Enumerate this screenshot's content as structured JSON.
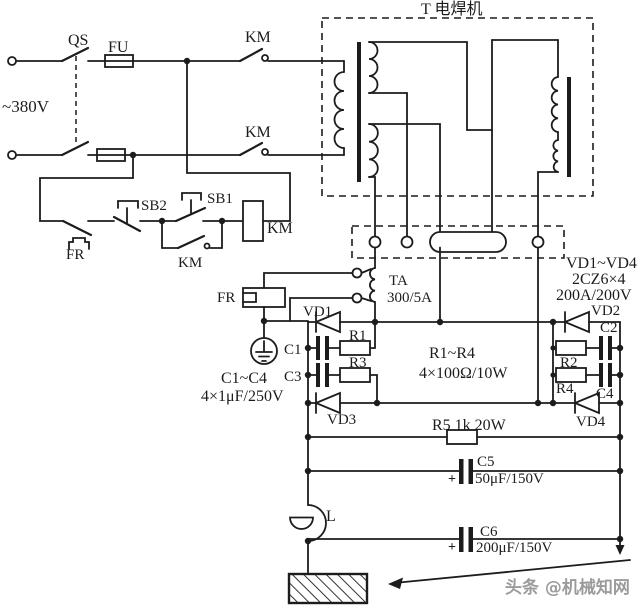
{
  "figure": {
    "power": {
      "voltage": "~380V",
      "qs": "QS",
      "fu": "FU",
      "km": "KM"
    },
    "control": {
      "sb1": "SB1",
      "sb2": "SB2",
      "fr": "FR",
      "km_aux": "KM",
      "km_coil": "KM"
    },
    "transformer": {
      "title": "T 电焊机"
    },
    "ct": {
      "name": "TA",
      "rating": "300/5A",
      "fr_heater": "FR"
    },
    "rectifier": {
      "group": "VD1~VD4",
      "model": "2CZ6×4",
      "rating": "200A/200V",
      "vd1": "VD1",
      "vd2": "VD2",
      "vd3": "VD3",
      "vd4": "VD4"
    },
    "snubber": {
      "c1": "C1",
      "c2": "C2",
      "c3": "C3",
      "c4": "C4",
      "r1": "R1",
      "r2": "R2",
      "r3": "R3",
      "r4": "R4",
      "r_group": "R1~R4",
      "r_value": "4×100Ω/10W",
      "c_group": "C1~C4",
      "c_value": "4×1μF/250V"
    },
    "filter": {
      "r5": "R5 1k  20W",
      "c5": "C5",
      "c5_value": "50μF/150V",
      "c6": "C6",
      "c6_value": "200μF/150V",
      "l": "L",
      "plus": "+"
    },
    "watermark": {
      "text": "头条 @机械知网",
      "color": "#9b9b9b"
    },
    "colors": {
      "line": "#1c1c1c",
      "background": "#ffffff"
    }
  }
}
